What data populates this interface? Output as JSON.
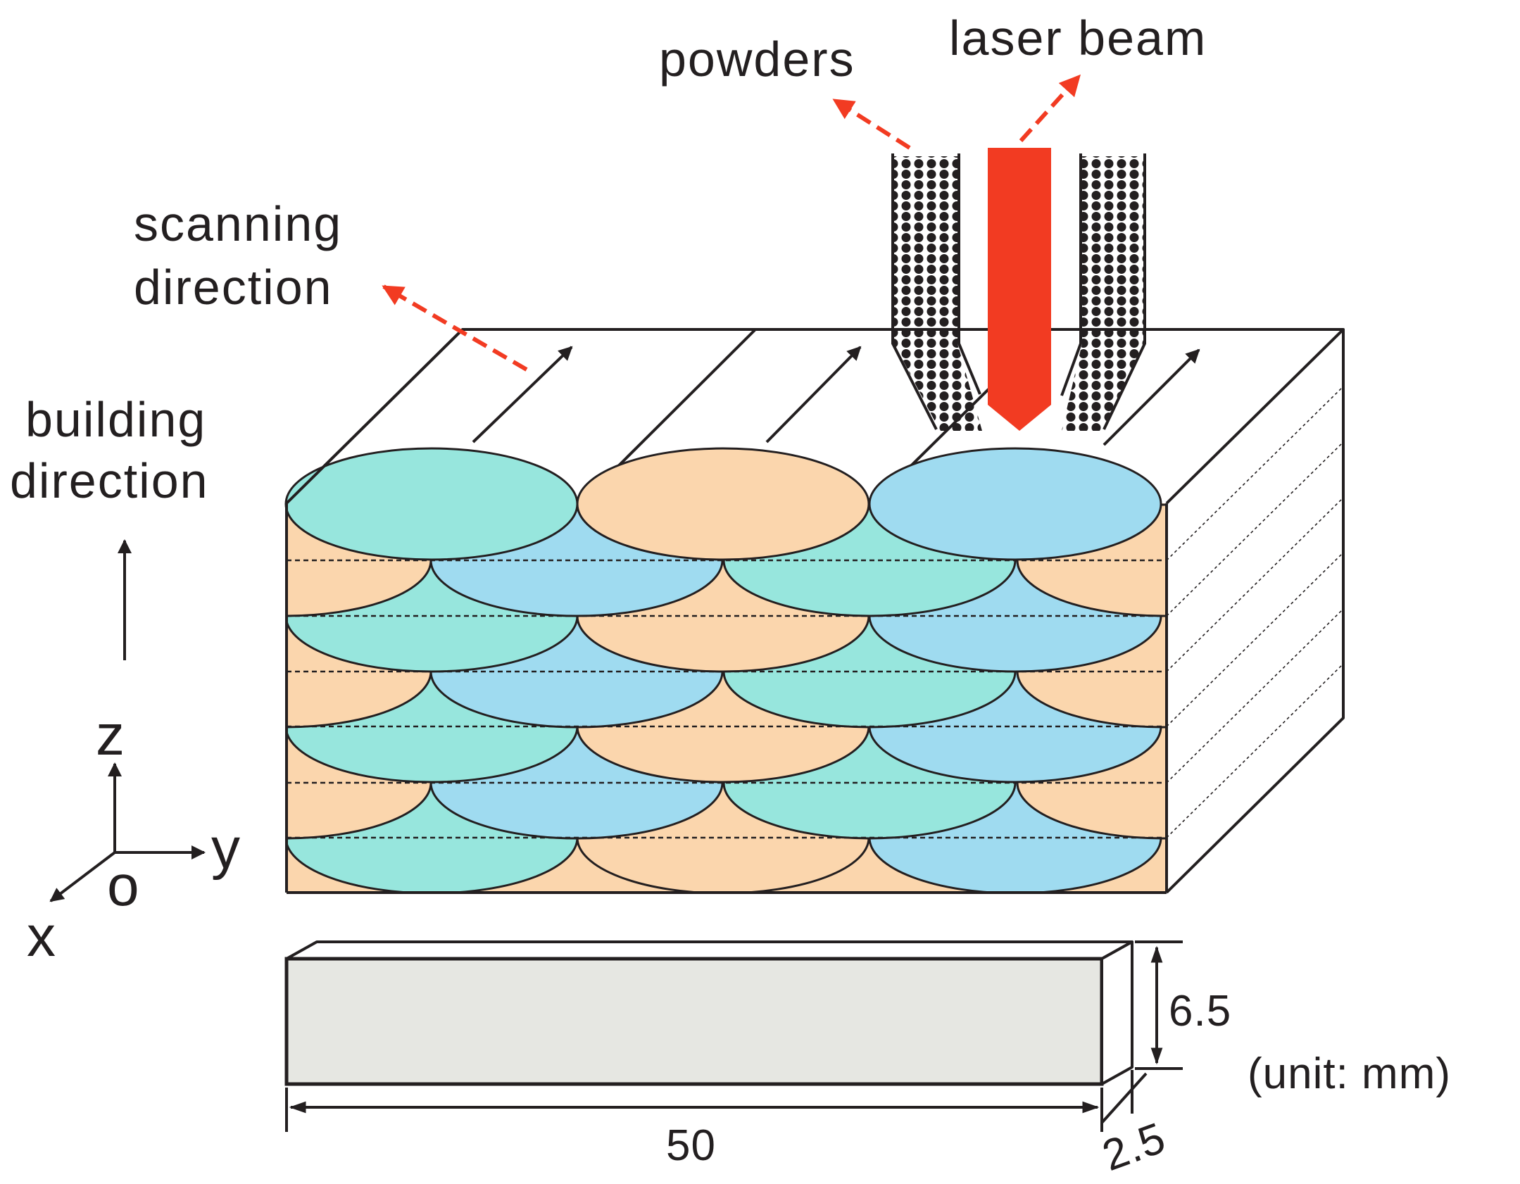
{
  "labels": {
    "powders": "powders",
    "laser_beam": "laser beam",
    "scanning_direction_line1": "scanning",
    "scanning_direction_line2": "direction",
    "building_direction_line1": "building",
    "building_direction_line2": "direction",
    "axis_z": "z",
    "axis_y": "y",
    "axis_x": "x",
    "axis_origin": "o",
    "dim_height": "6.5",
    "dim_length": "50",
    "dim_width": "2.5",
    "unit": "(unit: mm)"
  },
  "colors": {
    "mint": "#97e6dd",
    "peach": "#fbd6ad",
    "blue": "#9fdbf0",
    "laser": "#f23b22",
    "specimen": "#e6e7e2",
    "line": "#231f20"
  }
}
